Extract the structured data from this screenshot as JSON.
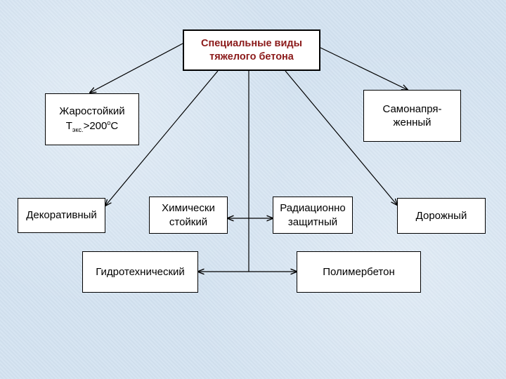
{
  "diagram": {
    "root": {
      "line1": "Специальные виды",
      "line2": "тяжелого бетона"
    },
    "heat_resistant": {
      "line1": "Жаростойкий",
      "t": "Т",
      "sub": "экс.",
      "gt": ">200",
      "sup": "о",
      "unit": "С"
    },
    "self_stressing": {
      "line1": "Самонапря-",
      "line2": "женный"
    },
    "decorative": {
      "label": "Декоративный"
    },
    "chemical": {
      "line1": "Химически",
      "line2": "стойкий"
    },
    "radiation": {
      "line1": "Радиационно",
      "line2": "защитный"
    },
    "road": {
      "label": "Дорожный"
    },
    "hydro": {
      "label": "Гидротехнический"
    },
    "polymer": {
      "label": "Полимербетон"
    },
    "colors": {
      "root_text": "#8b1a1a",
      "line": "#000000",
      "box_fill": "#ffffff"
    }
  }
}
